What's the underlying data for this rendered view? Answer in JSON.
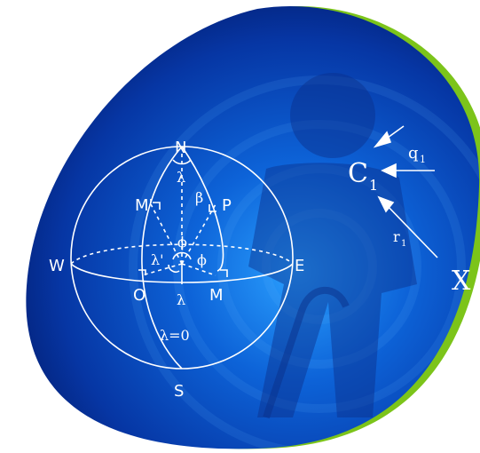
{
  "colors": {
    "background": "#ffffff",
    "blob_dark": "#031a6a",
    "blob_mid": "#0a4fc4",
    "blob_light": "#2aa0ff",
    "accent_rim": "#7cc41a",
    "line": "#ffffff"
  },
  "sphere": {
    "pole_north": "N",
    "pole_south": "S",
    "west": "W",
    "east": "E",
    "origin": "O",
    "point_m": "M",
    "point_m_prime": "M'",
    "point_p": "P",
    "lambda_top": "λ",
    "beta": "β",
    "phi_upper": "ϕ",
    "lambda_prime": "λ'",
    "phi_right": "ϕ",
    "lambda_bottom": "λ",
    "meridian_zero": "λ=0"
  },
  "right_diagram": {
    "c_label": "C",
    "c_subscript": "1",
    "q_label": "q",
    "q_subscript": "1",
    "r_label": "r",
    "r_subscript": "1",
    "x_label": "X"
  }
}
